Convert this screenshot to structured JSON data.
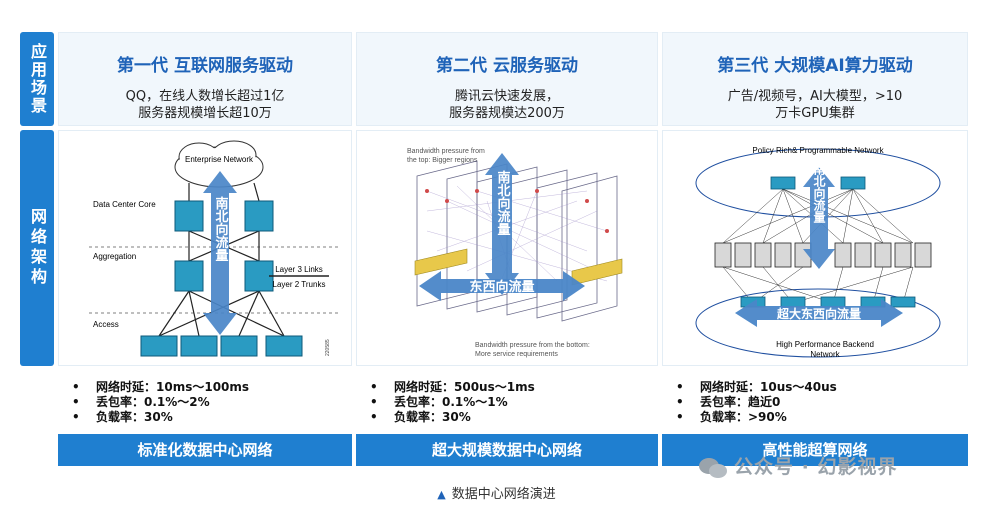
{
  "side": {
    "scene": "应用场景",
    "network": "网络架构"
  },
  "columns": [
    {
      "generation": "第一代 互联网服务驱动",
      "desc1": "QQ，在线人数增长超过1亿",
      "desc2": "服务器规模增长超10万",
      "stats": [
        "网络时延：10ms～100ms",
        "丢包率：0.1%～2%",
        "负载率：30%"
      ],
      "footer": "标准化数据中心网络",
      "diagram": {
        "cloud": "Enterprise Network",
        "layer_core": "Data Center Core",
        "layer_agg": "Aggregation",
        "layer_access": "Access",
        "legend1": "Layer 3 Links",
        "legend2": "Layer 2 Trunks",
        "arrow": "南北向流量",
        "code": "220585"
      }
    },
    {
      "generation": "第二代 云服务驱动",
      "desc1": "腾讯云快速发展，",
      "desc2": "服务器规模达200万",
      "stats": [
        "网络时延：500us～1ms",
        "丢包率：0.1%～1%",
        "负载率：30%"
      ],
      "footer": "超大规模数据中心网络",
      "diagram": {
        "top_note1": "Bandwidth pressure from",
        "top_note2": "the top: Bigger regions",
        "bottom_note1": "Bandwidth pressure from the bottom:",
        "bottom_note2": "More service requirements",
        "v_arrow": "南北向流量",
        "h_arrow": "东西向流量"
      }
    },
    {
      "generation": "第三代 大规模AI算力驱动",
      "desc1": "广告/视频号，AI大模型，>10",
      "desc2": "万卡GPU集群",
      "stats": [
        "网络时延：10us～40us",
        "丢包率：趋近0",
        "负载率：>90%"
      ],
      "footer": "高性能超算网络",
      "diagram": {
        "top_label": "Policy Rich& Programmable Network",
        "bottom_label1": "High Performance Backend",
        "bottom_label2": "Network",
        "v_arrow": "南北向流量",
        "h_arrow": "超大东西向流量"
      }
    }
  ],
  "caption": "数据中心网络演进",
  "watermark": "公众号 · 幻影视界",
  "colors": {
    "accent": "#1f7fd0",
    "title": "#1f63b8",
    "arrow": "#4a86c8"
  }
}
